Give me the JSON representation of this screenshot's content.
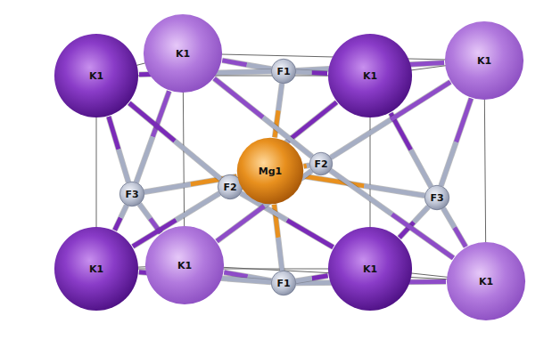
{
  "diagram": {
    "nodes": [
      {
        "text": [
          "K1"
        ]
      },
      {
        "text": [
          "K1"
        ]
      },
      {
        "text": [
          "F1"
        ]
      },
      {
        "text": [
          "K1"
        ]
      },
      {
        "text": [
          "K1"
        ]
      },
      {
        "text": [
          "F3"
        ]
      },
      {
        "text": [
          "F2"
        ]
      },
      {
        "text": [
          "Mg1"
        ]
      },
      {
        "text": [
          "F2"
        ]
      },
      {
        "text": [
          "F3"
        ]
      },
      {
        "text": [
          "K1"
        ]
      },
      {
        "text": [
          "K1"
        ]
      },
      {
        "text": [
          "F1"
        ]
      },
      {
        "text": [
          "K1"
        ]
      },
      {
        "text": [
          "K1"
        ]
      }
    ],
    "edges": [
      {
        "from": 7,
        "to": 2,
        "arrow": "none"
      },
      {
        "from": 7,
        "to": 12,
        "arrow": "none"
      },
      {
        "from": 7,
        "to": 5,
        "arrow": "none"
      },
      {
        "from": 7,
        "to": 9,
        "arrow": "none"
      },
      {
        "from": 7,
        "to": 6,
        "arrow": "none"
      },
      {
        "from": 7,
        "to": 8,
        "arrow": "none"
      },
      {
        "from": 0,
        "to": 2,
        "arrow": "none"
      },
      {
        "from": 1,
        "to": 2,
        "arrow": "none"
      },
      {
        "from": 3,
        "to": 2,
        "arrow": "none"
      },
      {
        "from": 4,
        "to": 2,
        "arrow": "none"
      },
      {
        "from": 10,
        "to": 12,
        "arrow": "none"
      },
      {
        "from": 14,
        "to": 12,
        "arrow": "none"
      },
      {
        "from": 11,
        "to": 12,
        "arrow": "none"
      },
      {
        "from": 13,
        "to": 12,
        "arrow": "none"
      },
      {
        "from": 0,
        "to": 5,
        "arrow": "none"
      },
      {
        "from": 3,
        "to": 5,
        "arrow": "none"
      },
      {
        "from": 10,
        "to": 5,
        "arrow": "none"
      },
      {
        "from": 11,
        "to": 5,
        "arrow": "none"
      },
      {
        "from": 1,
        "to": 9,
        "arrow": "none"
      },
      {
        "from": 4,
        "to": 9,
        "arrow": "none"
      },
      {
        "from": 14,
        "to": 9,
        "arrow": "none"
      },
      {
        "from": 13,
        "to": 9,
        "arrow": "none"
      },
      {
        "from": 3,
        "to": 6,
        "arrow": "none"
      },
      {
        "from": 4,
        "to": 6,
        "arrow": "none"
      },
      {
        "from": 11,
        "to": 6,
        "arrow": "none"
      },
      {
        "from": 13,
        "to": 6,
        "arrow": "none"
      },
      {
        "from": 0,
        "to": 8,
        "arrow": "none"
      },
      {
        "from": 1,
        "to": 8,
        "arrow": "none"
      },
      {
        "from": 10,
        "to": 8,
        "arrow": "none"
      },
      {
        "from": 14,
        "to": 8,
        "arrow": "none"
      }
    ]
  }
}
